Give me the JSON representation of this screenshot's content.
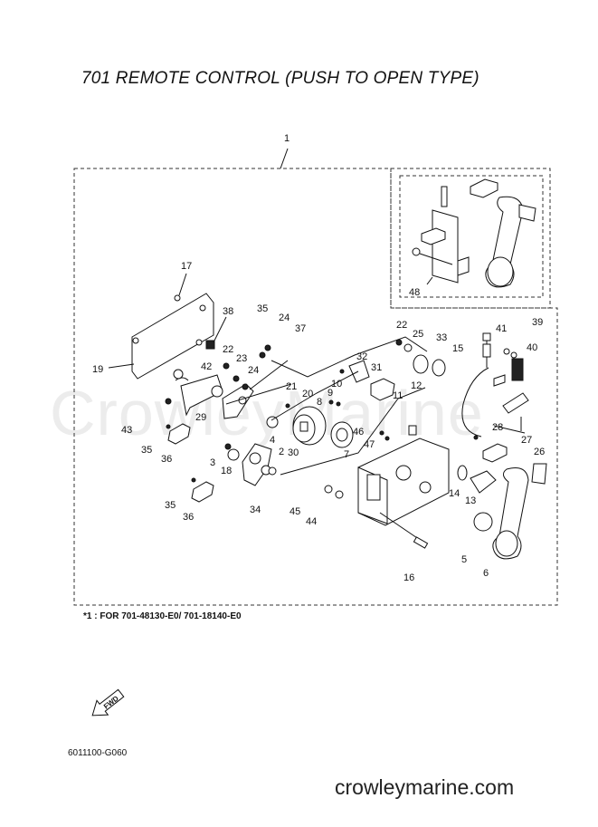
{
  "title": "701 REMOTE CONTROL (PUSH TO OPEN TYPE)",
  "footnote": "*1 : FOR 701-48130-E0/ 701-18140-E0",
  "catalog_code": "6011100-G060",
  "watermark_center": "CrowleyMarine",
  "watermark_bottom": "crowleymarine.com",
  "fwd_label": "FWD",
  "callouts": {
    "c1": "1",
    "c2": "2",
    "c3": "3",
    "c4": "4",
    "c5": "5",
    "c6": "6",
    "c7": "7",
    "c8": "8",
    "c9": "9",
    "c10": "10",
    "c11": "11",
    "c12": "12",
    "c13": "13",
    "c14": "14",
    "c15": "15",
    "c16": "16",
    "c17": "17",
    "c18": "18",
    "c19": "19",
    "c20": "20",
    "c21": "21",
    "c22a": "22",
    "c22b": "22",
    "c23": "23",
    "c24a": "24",
    "c24b": "24",
    "c25": "25",
    "c26": "26",
    "c27": "27",
    "c28": "28",
    "c29": "29",
    "c30": "30",
    "c31": "31",
    "c32": "32",
    "c33": "33",
    "c34": "34",
    "c35a": "35",
    "c35b": "35",
    "c35c": "35",
    "c36a": "36",
    "c36b": "36",
    "c37": "37",
    "c38": "38",
    "c39": "39",
    "c40": "40",
    "c41": "41",
    "c42": "42",
    "c43": "43",
    "c44": "44",
    "c45": "45",
    "c46": "46",
    "c47": "47",
    "c48": "48"
  }
}
